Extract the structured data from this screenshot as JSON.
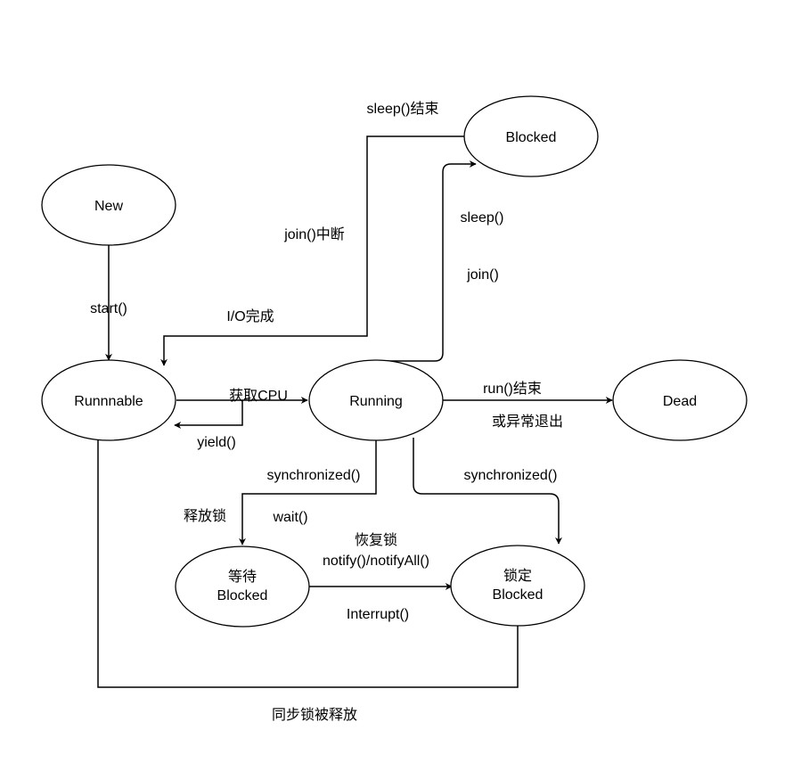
{
  "nodes": {
    "new": {
      "label": "New"
    },
    "runnable": {
      "label": "Runnnable"
    },
    "running": {
      "label": "Running"
    },
    "dead": {
      "label": "Dead"
    },
    "blocked_sleep": {
      "label": "Blocked"
    },
    "waiting_blocked": {
      "line1": "等待",
      "line2": "Blocked"
    },
    "lock_blocked": {
      "line1": "锁定",
      "line2": "Blocked"
    }
  },
  "edges": {
    "start": "start()",
    "get_cpu": "获取CPU",
    "yield": "yield()",
    "run_end_1": "run()结束",
    "run_end_2": "或异常退出",
    "sleep": "sleep()",
    "join": "join()",
    "sleep_end": "sleep()结束",
    "join_interrupt": "join()中断",
    "io_done": "I/O完成",
    "synchronized_left": "synchronized()",
    "synchronized_right": "synchronized()",
    "release_lock": "释放锁",
    "wait": "wait()",
    "resume_lock": "恢复锁",
    "notify": "notify()/notifyAll()",
    "interrupt": "Interrupt()",
    "sync_released": "同步锁被释放"
  },
  "colors": {
    "stroke": "#000000",
    "fill": "#ffffff",
    "text": "#000000"
  }
}
